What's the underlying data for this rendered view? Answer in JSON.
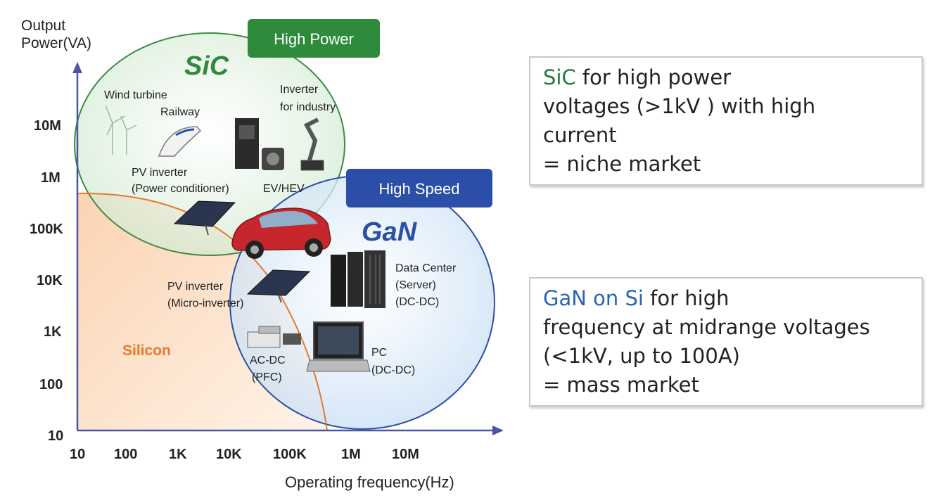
{
  "axes": {
    "y_label_line1": "Output",
    "y_label_line2": "Power(VA)",
    "x_label": "Operating frequency(Hz)",
    "y_ticks": [
      "10M",
      "1M",
      "100K",
      "10K",
      "1K",
      "100",
      "10"
    ],
    "x_ticks": [
      "10",
      "100",
      "1K",
      "10K",
      "100K",
      "1M",
      "10M"
    ]
  },
  "regions": {
    "sic": {
      "name": "SiC",
      "badge": "High Power",
      "color": "#2e8b3c"
    },
    "gan": {
      "name": "GaN",
      "badge": "High Speed",
      "color": "#2b4fa8"
    },
    "silicon": {
      "name": "Silicon",
      "color": "#e8782a"
    }
  },
  "applications": {
    "wind_turbine": "Wind turbine",
    "railway": "Railway",
    "inverter_line1": "Inverter",
    "inverter_line2": "for industry",
    "pv_inverter_line1": "PV inverter",
    "pv_inverter_line2": "(Power conditioner)",
    "ev_hev": "EV/HEV",
    "data_center_line1": "Data Center",
    "data_center_line2": "(Server)",
    "data_center_line3": "(DC-DC)",
    "pv_micro_line1": "PV inverter",
    "pv_micro_line2": "(Micro-inverter)",
    "acdc_line1": "AC-DC",
    "acdc_line2": "(PFC)",
    "pc_line1": "PC",
    "pc_line2": "(DC-DC)"
  },
  "notes": {
    "sic": {
      "highlight": "SiC",
      "line1_rest": " for high power",
      "line2": "voltages (>1kV ) with high",
      "line3": "current",
      "line4": "= niche market"
    },
    "gan": {
      "highlight": "GaN on Si",
      "line1_rest": " for high",
      "line2": "frequency at midrange voltages",
      "line3": "(<1kV, up to 100A)",
      "line4": "= mass market"
    }
  }
}
